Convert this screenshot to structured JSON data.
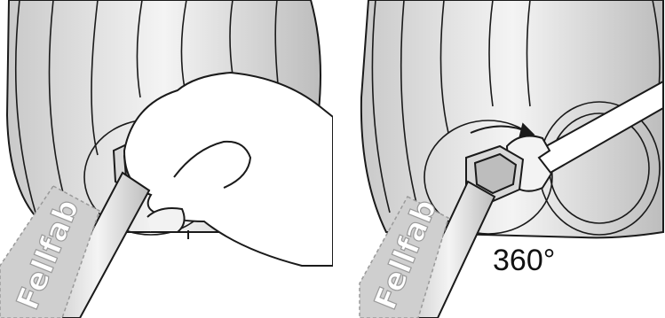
{
  "brand_text": "Fellfab",
  "right_panel": {
    "rotation_label": "360°"
  },
  "colors": {
    "line": "#1a1a1a",
    "fill_light": "#efefef",
    "fill_mid": "#d6d6d6",
    "fill_dark": "#a8a8a8",
    "tape": "#cfcfcf"
  },
  "icons": [
    "hand-tighten-illustration",
    "wrench-tighten-illustration",
    "rotation-arrow-icon"
  ]
}
